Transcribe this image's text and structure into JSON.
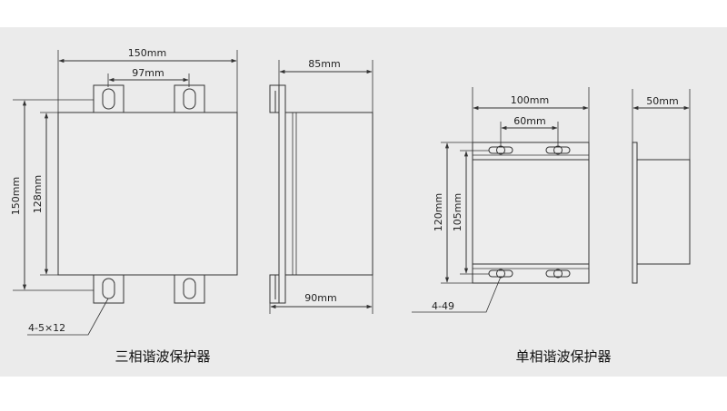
{
  "three_phase": {
    "front": {
      "width": "150mm",
      "hole_spacing": "97mm",
      "height": "150mm",
      "inner_height": "128mm",
      "hole_note": "4-5×12"
    },
    "side": {
      "top_depth": "85mm",
      "bottom_depth": "90mm"
    },
    "caption": "三相谐波保护器"
  },
  "single_phase": {
    "front": {
      "width": "100mm",
      "hole_spacing": "60mm",
      "height": "120mm",
      "inner_height": "105mm",
      "hole_note": "4-49"
    },
    "side": {
      "depth": "50mm"
    },
    "caption": "单相谐波保护器"
  }
}
